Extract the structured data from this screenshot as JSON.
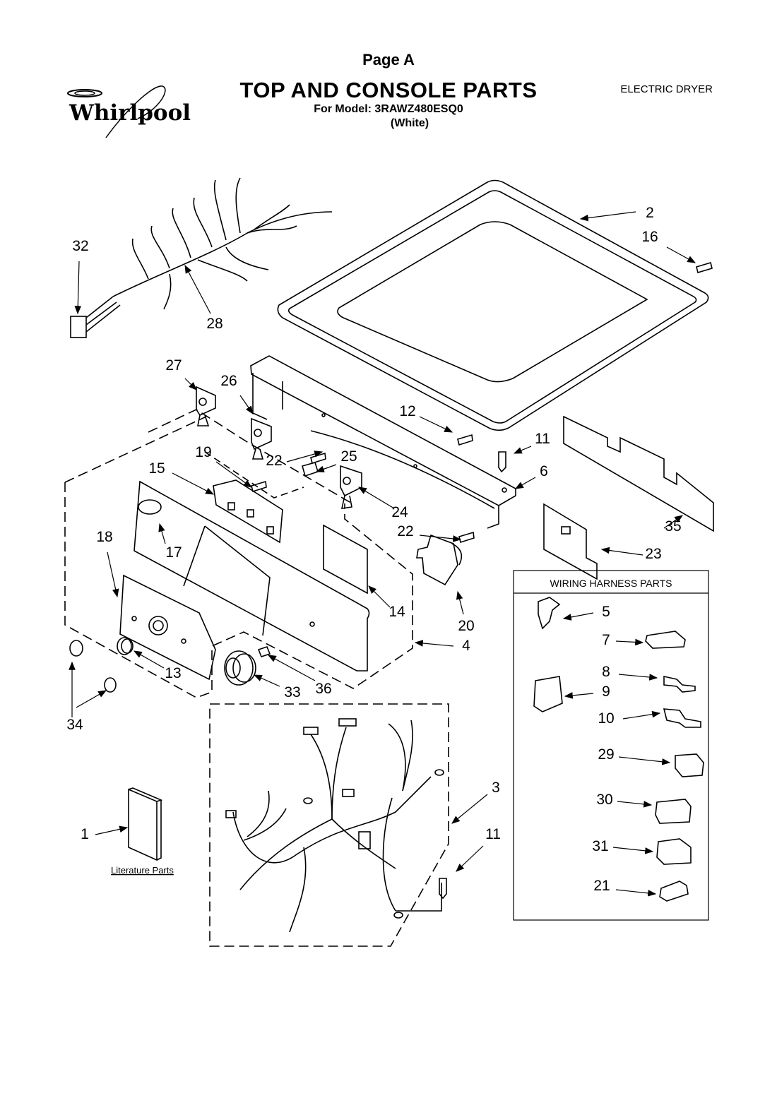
{
  "header": {
    "page_label": "Page A",
    "title": "TOP AND CONSOLE PARTS",
    "model_line": "For Model: 3RAWZ480ESQ0",
    "color_line": "(White)",
    "product_type": "ELECTRIC DRYER",
    "brand": "Whirlpool"
  },
  "wiring_box": {
    "title": "WIRING HARNESS PARTS"
  },
  "literature": {
    "label": "Literature Parts"
  },
  "callouts": [
    "1",
    "2",
    "3",
    "4",
    "5",
    "6",
    "7",
    "8",
    "9",
    "10",
    "11",
    "11",
    "12",
    "13",
    "14",
    "15",
    "16",
    "17",
    "18",
    "19",
    "20",
    "21",
    "22",
    "22",
    "23",
    "24",
    "25",
    "26",
    "27",
    "28",
    "29",
    "30",
    "31",
    "32",
    "33",
    "34",
    "35",
    "36"
  ]
}
